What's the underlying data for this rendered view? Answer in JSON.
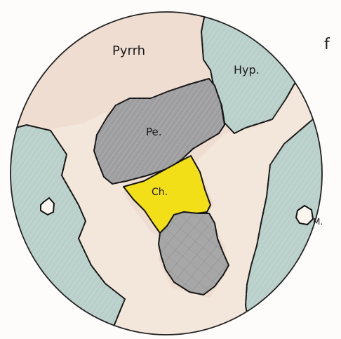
{
  "corner_mark": "f",
  "labels": {
    "pyrrh": "Pyrrh",
    "hyp": "Hyp.",
    "pe": "Pe.",
    "ch": "Ch.",
    "om": "M."
  },
  "colors": {
    "background": "#fdfcfa",
    "pyrrhotite_fill": "#f0ddd1",
    "hypersthene_fill": "#b9cfca",
    "pentlandite_fill": "#9e9ea1",
    "chalcopyrite_fill": "#f2df18",
    "grey_grain_fill": "#a7a7a8",
    "outline": "#151515"
  }
}
